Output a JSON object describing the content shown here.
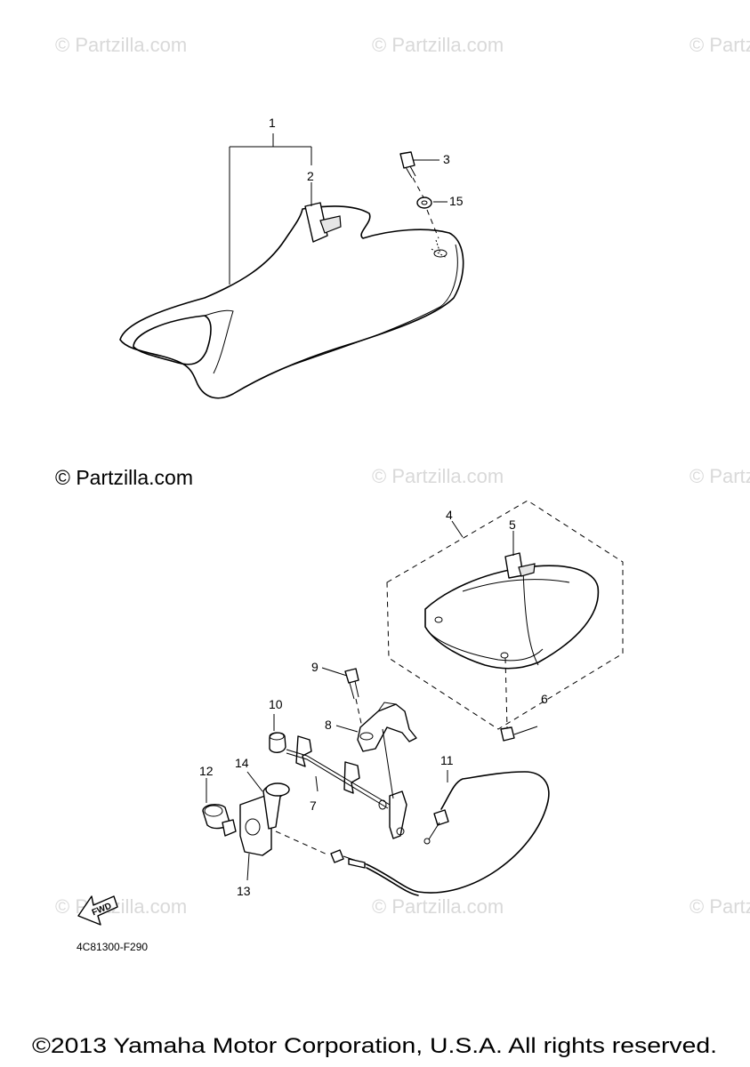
{
  "watermark": "© Partzilla.com",
  "watermark_primary": "© Partzilla.com",
  "figure_code": "4C81300-F290",
  "fwd_label": "FWD",
  "copyright": "©2013 Yamaha Motor Corporation, U.S.A. All rights reserved.",
  "callouts": [
    "1",
    "2",
    "3",
    "15",
    "4",
    "5",
    "6",
    "9",
    "10",
    "8",
    "7",
    "12",
    "14",
    "13",
    "11"
  ]
}
